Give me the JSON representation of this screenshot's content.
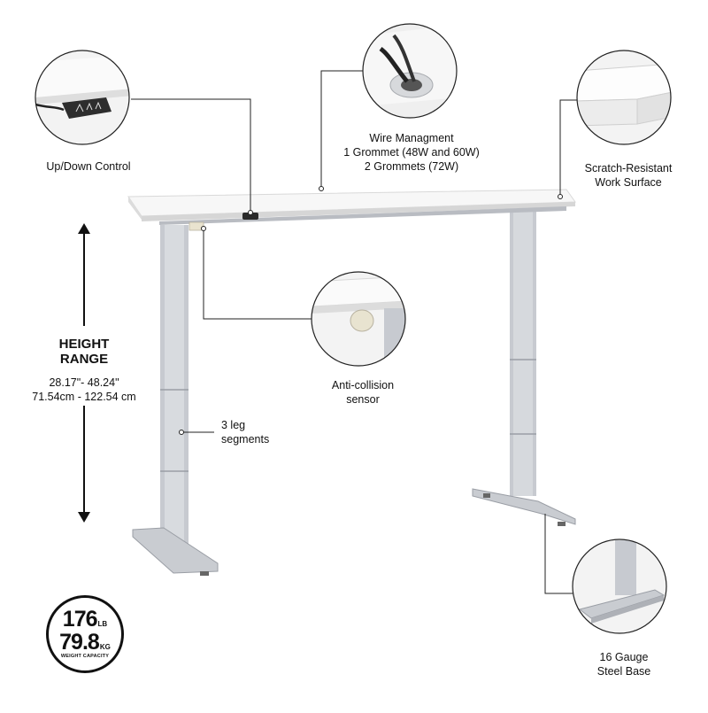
{
  "labels": {
    "up_down_control": "Up/Down Control",
    "wire_management": [
      "Wire Managment",
      "1 Grommet (48W and 60W)",
      "2 Grommets (72W)"
    ],
    "work_surface": [
      "Scratch-Resistant",
      "Work Surface"
    ],
    "anti_collision": [
      "Anti-collision",
      "sensor"
    ],
    "leg_segments": [
      "3 leg",
      "segments"
    ],
    "steel_base": [
      "16 Gauge",
      "Steel Base"
    ]
  },
  "height": {
    "title": [
      "HEIGHT",
      "RANGE"
    ],
    "imperial": "28.17\"- 48.24\"",
    "metric": "71.54cm - 122.54 cm"
  },
  "capacity": {
    "lb_value": "176",
    "lb_unit": "LB",
    "kg_value": "79.8",
    "kg_unit": "KG",
    "caption": "WEIGHT CAPACITY"
  },
  "colors": {
    "desktop": "#f6f6f6",
    "frame": "#c4c7cc",
    "frame_dark": "#9a9ea5",
    "line": "#222222"
  },
  "icons": [
    "up-down-control-icon",
    "grommet-icon",
    "sensor-icon",
    "double-arrow-icon"
  ]
}
